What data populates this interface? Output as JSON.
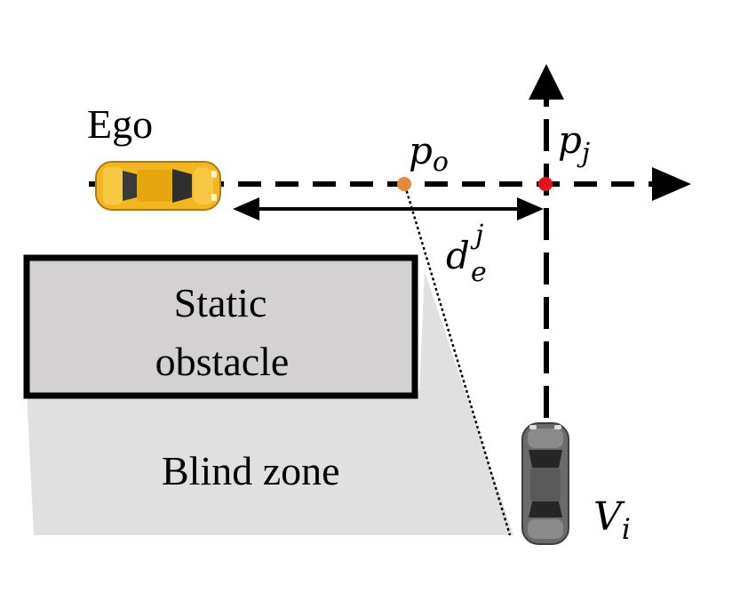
{
  "labels": {
    "ego": "Ego",
    "point_o_base": "p",
    "point_o_sub": "o",
    "point_j_base": "p",
    "point_j_sub": "j",
    "distance_base": "d",
    "distance_sub": "e",
    "distance_sup": "j",
    "vehicle_base": "V",
    "vehicle_sub": "i",
    "obstacle_line1": "Static",
    "obstacle_line2": "obstacle",
    "blind_zone": "Blind zone"
  },
  "colors": {
    "ego_car_body": "#f2b61e",
    "other_car_body": "#6b6b6b",
    "point_o": "#e8893a",
    "point_j": "#e8121a",
    "obstacle_fill": "#d3d1d2",
    "blind_zone_fill": "#e0e0e0",
    "lines": "#000000"
  }
}
